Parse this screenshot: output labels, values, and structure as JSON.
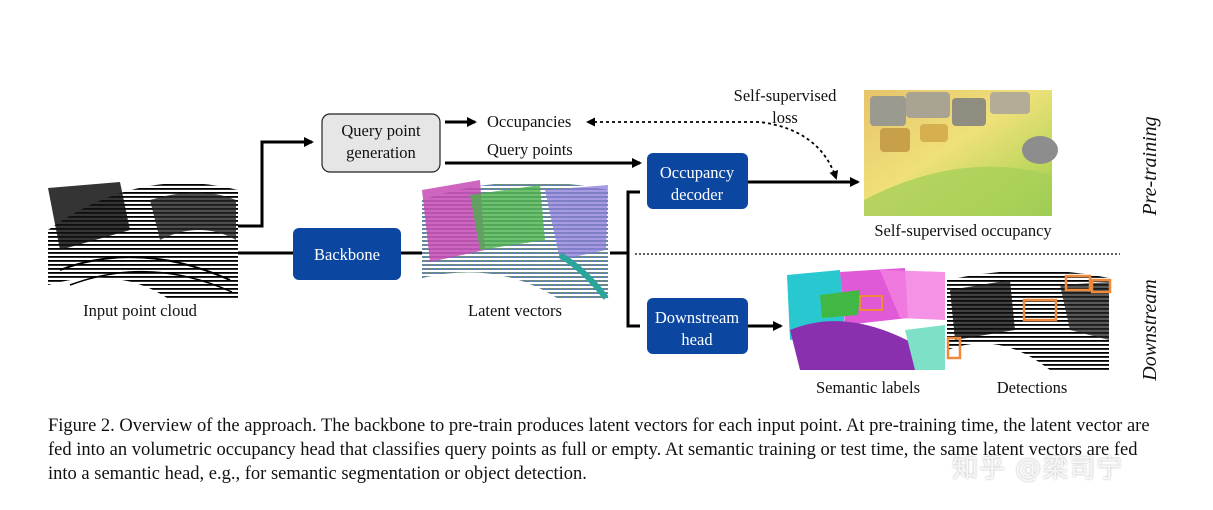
{
  "figure": {
    "input_label": "Input point cloud",
    "query_box": [
      "Query point",
      "generation"
    ],
    "occupancies": "Occupancies",
    "query_points": "Query points",
    "loss_label": [
      "Self-supervised",
      "loss"
    ],
    "backbone": "Backbone",
    "latent_label": "Latent vectors",
    "occ_decoder": [
      "Occupancy",
      "decoder"
    ],
    "downstream_head": [
      "Downstream",
      "head"
    ],
    "ss_occ_label": "Self-supervised occupancy",
    "semantic_label": "Semantic labels",
    "detections_label": "Detections",
    "side_pretraining": "Pre-training",
    "side_downstream": "Downstream",
    "colors": {
      "box_blue": "#0b47a1",
      "box_gray": "#e6e6e6",
      "arrow": "#000000"
    }
  },
  "caption": "Figure 2. Overview of the approach. The backbone to pre-train produces latent vectors for each input point. At pre-training time, the latent vector are fed into an volumetric occupancy head that classifies query points as full or empty. At semantic training or test time, the same latent vectors are fed into a semantic head, e.g., for semantic segmentation or object detection.",
  "watermark": "知乎 @梁司宁"
}
